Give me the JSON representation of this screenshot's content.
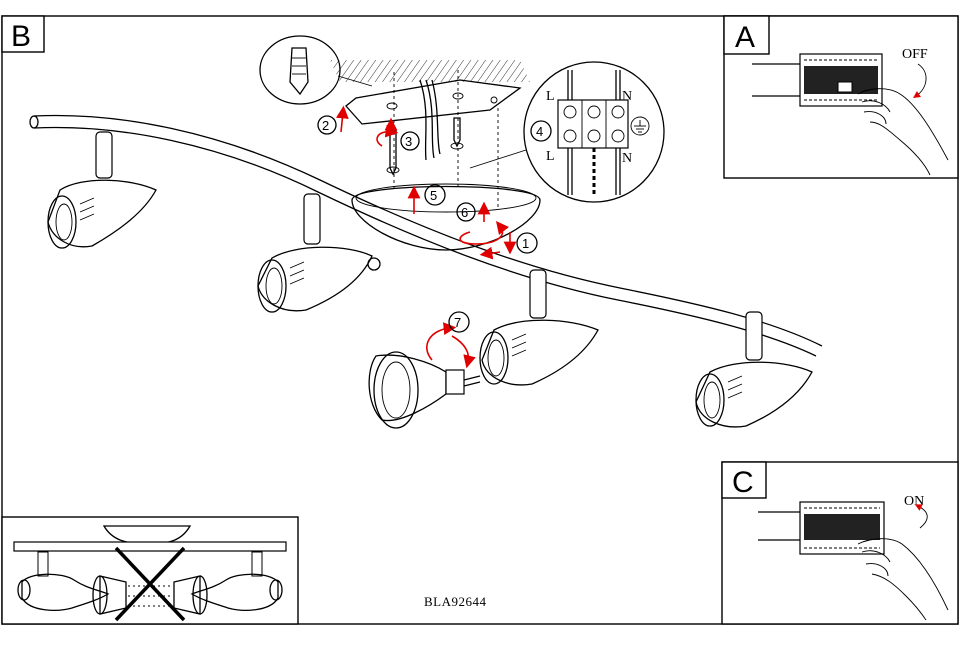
{
  "panels": {
    "main": {
      "label": "B"
    },
    "breaker_off": {
      "label": "A",
      "switch_text": "OFF"
    },
    "breaker_on": {
      "label": "C",
      "switch_text": "ON"
    }
  },
  "steps": [
    "1",
    "2",
    "3",
    "4",
    "5",
    "6",
    "7"
  ],
  "terminal_labels": {
    "top_left": "L",
    "top_right": "N",
    "bottom_left": "L",
    "bottom_right": "N"
  },
  "model_code": "BLA92644",
  "icons": [
    "wall-plug-icon",
    "ground-symbol-icon",
    "hand-icon",
    "prohibited-cross-icon"
  ],
  "colors": {
    "arrow": "#e00000",
    "line": "#000000"
  }
}
